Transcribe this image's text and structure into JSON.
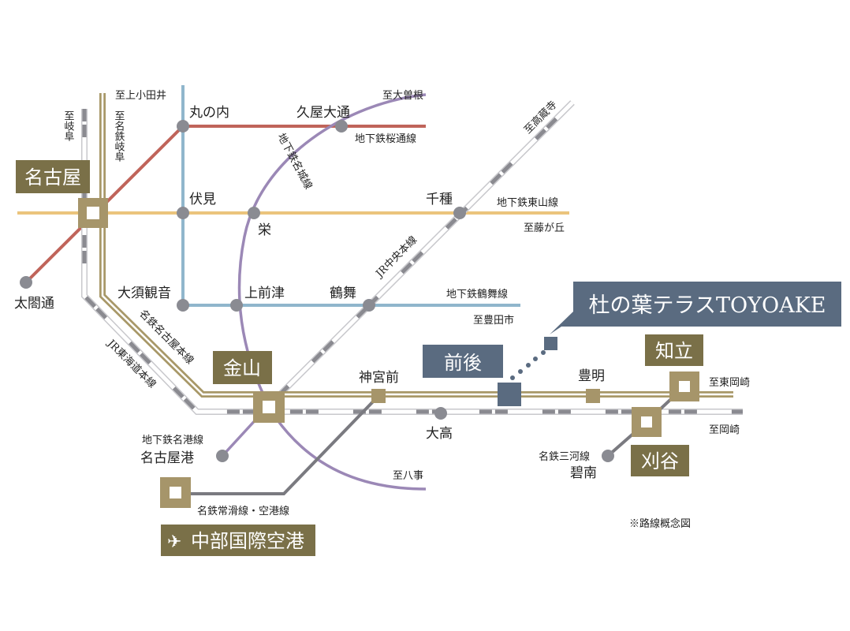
{
  "colors": {
    "sakuradori": "#c0645a",
    "higashiyama": "#ebc47c",
    "tsurumai": "#90b6cc",
    "meijo": "#9b88b6",
    "meitetsu": "#a89868",
    "jr": "#8a8a90",
    "station_box": "#7a7048",
    "highlight_box": "#5a6b80",
    "station_dot": "#8a8b92"
  },
  "major_stations": {
    "nagoya": "名古屋",
    "kanayama": "金山",
    "zengo": "前後",
    "chiryu": "知立",
    "kariya": "刈谷",
    "airport": "中部国際空港"
  },
  "property": "杜の葉テラスTOYOAKE",
  "stations": {
    "marunouchi": "丸の内",
    "hisaya_odori": "久屋大通",
    "fushimi": "伏見",
    "sakae": "栄",
    "chikusa": "千種",
    "taikodori": "太閤通",
    "osu_kannon": "大須観音",
    "kamimaezu": "上前津",
    "tsurumai": "鶴舞",
    "jingumae": "神宮前",
    "odaka": "大高",
    "toyoake": "豊明",
    "nagoyako": "名古屋港",
    "hekinan": "碧南"
  },
  "lines": {
    "sakuradori": "地下鉄桜通線",
    "higashiyama": "地下鉄東山線",
    "tsurumai": "地下鉄鶴舞線",
    "meijo": "地下鉄名城線",
    "meiko": "地下鉄名港線",
    "jr_chuo": "JR中央本線",
    "meitetsu_nagoya": "名鉄名古屋本線",
    "jr_tokaido": "JR東海道本線",
    "meitetsu_tokoname": "名鉄常滑線・空港線",
    "meitetsu_mikawa": "名鉄三河線"
  },
  "directions": {
    "kamiotai": "至上小田井",
    "gifu": "至岐阜",
    "meitetsu_gifu": "至名鉄岐阜",
    "ozone": "至大曽根",
    "kozoji": "至高蔵寺",
    "fujigaoka": "至藤が丘",
    "toyotashi": "至豊田市",
    "yagoto": "至八事",
    "higashiokazaki": "至東岡崎",
    "okazaki": "至岡崎"
  },
  "note": "※路線概念図"
}
